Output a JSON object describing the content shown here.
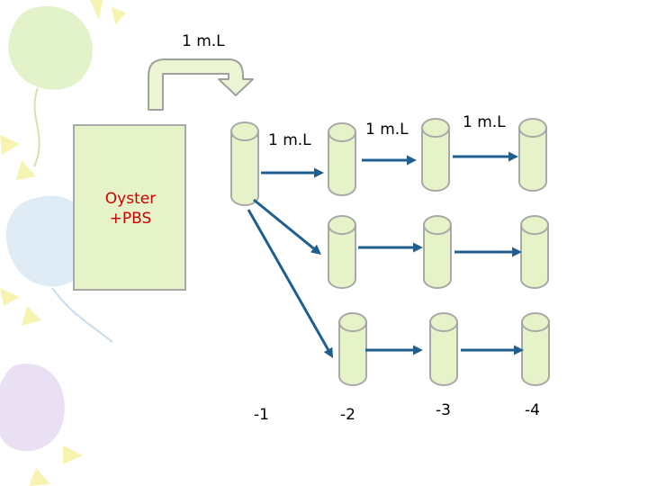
{
  "labels": {
    "transfer_top": "1 m.L",
    "transfer_1": "1 m.L",
    "transfer_2": "1 m.L",
    "transfer_3": "1 m.L",
    "sample_line1": "Oyster",
    "sample_line2": "+PBS",
    "dilution_1": "-1",
    "dilution_2": "-2",
    "dilution_3": "-3",
    "dilution_4": "-4"
  },
  "colors": {
    "tube_fill": "#e6f2c8",
    "tube_stroke": "#a8a8a8",
    "box_fill": "#e6f2c8",
    "arrow": "#1f5f8f",
    "curved_arrow_fill": "#ebf5d3",
    "curved_arrow_stroke": "#a0a0a0",
    "text": "#000000",
    "sample_text": "#cc0000",
    "balloon_green": "#d8efb8",
    "balloon_blue": "#d4e6f2",
    "balloon_purple": "#e2d6f0",
    "ray_yellow": "#f7f3b0"
  }
}
